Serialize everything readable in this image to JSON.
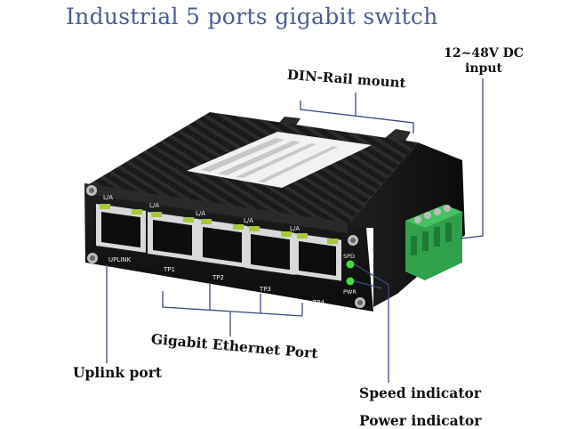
{
  "title": "Industrial 5 ports gigabit switch",
  "callouts": {
    "din_rail": "DIN-Rail mount",
    "power_input_line1": "12~48V DC",
    "power_input_line2": "input",
    "gigabit_port": "Gigabit Ethernet Port",
    "uplink_port": "Uplink port",
    "speed_indicator": "Speed indicator",
    "power_indicator": "Power indicator"
  },
  "device": {
    "port_status_label": "L/A",
    "ports": [
      "UPLINK",
      "TP1",
      "TP2",
      "TP3",
      "TP4"
    ],
    "spd_label": "SPD",
    "pwr_label": "PWR",
    "colors": {
      "housing": "#1b1b1b",
      "face": "#121212",
      "terminal": "#2fa14a",
      "led": "#3fdc3f",
      "port_led": "#a6c93a"
    }
  }
}
